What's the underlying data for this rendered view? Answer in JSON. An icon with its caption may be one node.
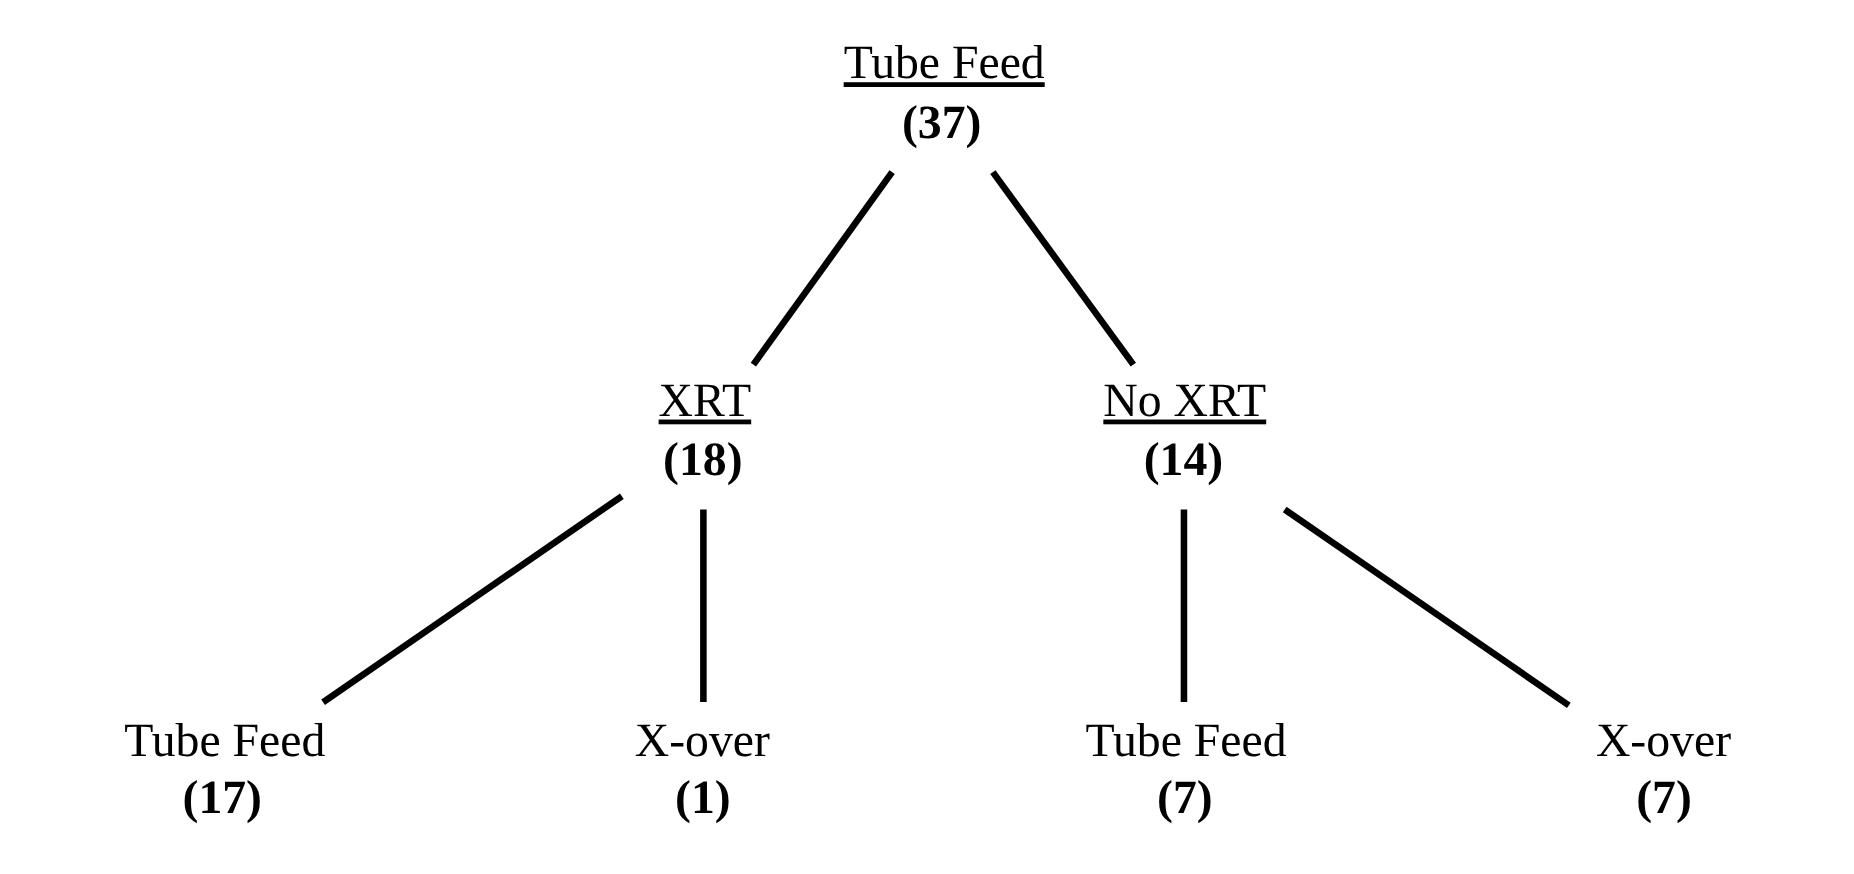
{
  "diagram": {
    "nodes": [
      {
        "text": [
          "Tube Feed",
          "(37)"
        ]
      },
      {
        "text": [
          "XRT",
          "(18)"
        ]
      },
      {
        "text": [
          "No XRT",
          "(14)"
        ]
      },
      {
        "text": [
          "Tube Feed",
          "(17)"
        ]
      },
      {
        "text": [
          "X-over",
          "(1)"
        ]
      },
      {
        "text": [
          "Tube Feed",
          "(7)"
        ]
      },
      {
        "text": [
          "X-over",
          "(7)"
        ]
      }
    ],
    "edges": [
      {
        "from": 0,
        "to": 1,
        "arrow": "none"
      },
      {
        "from": 0,
        "to": 2,
        "arrow": "none"
      },
      {
        "from": 1,
        "to": 3,
        "arrow": "none"
      },
      {
        "from": 1,
        "to": 4,
        "arrow": "none"
      },
      {
        "from": 2,
        "to": 5,
        "arrow": "none"
      },
      {
        "from": 2,
        "to": 6,
        "arrow": "none"
      }
    ]
  }
}
